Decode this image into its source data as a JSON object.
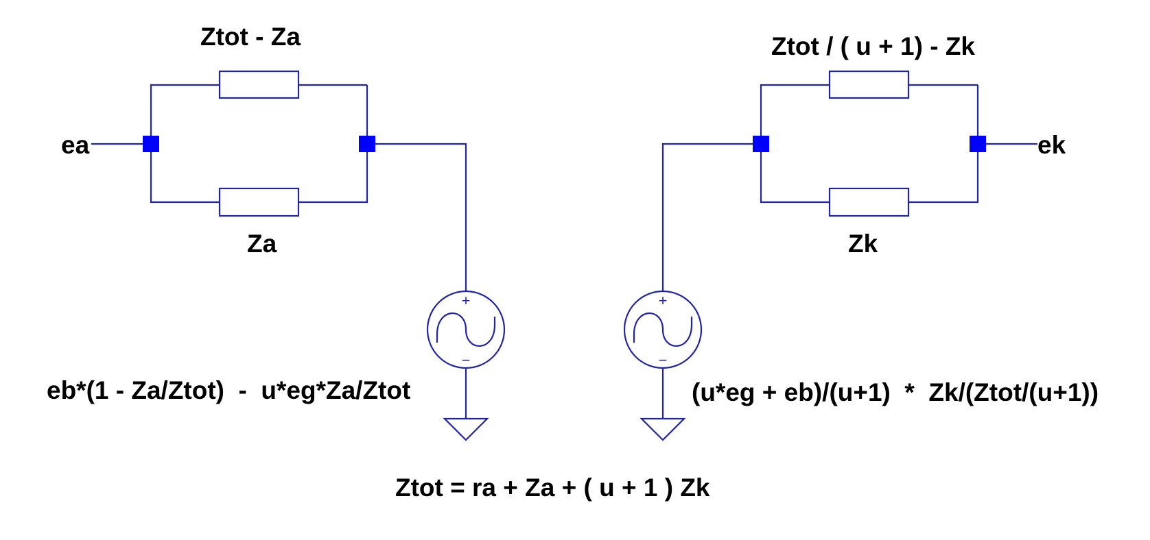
{
  "colors": {
    "wire": "#1f24a8",
    "junction": "#0000ff",
    "text": "#000000",
    "background": "#ffffff"
  },
  "left_circuit": {
    "port_label": "ea",
    "top_resistor_label": "Ztot - Za",
    "bottom_resistor_label": "Za",
    "source_plus": "+",
    "source_minus": "−",
    "source_expression": "eb*(1 - Za/Ztot)  -  u*eg*Za/Ztot"
  },
  "right_circuit": {
    "port_label": "ek",
    "top_resistor_label": "Ztot / ( u + 1) - Zk",
    "bottom_resistor_label": "Zk",
    "source_plus": "+",
    "source_minus": "−",
    "source_expression": "(u*eg + eb)/(u+1)  *  Zk/(Ztot/(u+1))"
  },
  "footer_equation": "Ztot = ra + Za + ( u + 1 ) Zk"
}
